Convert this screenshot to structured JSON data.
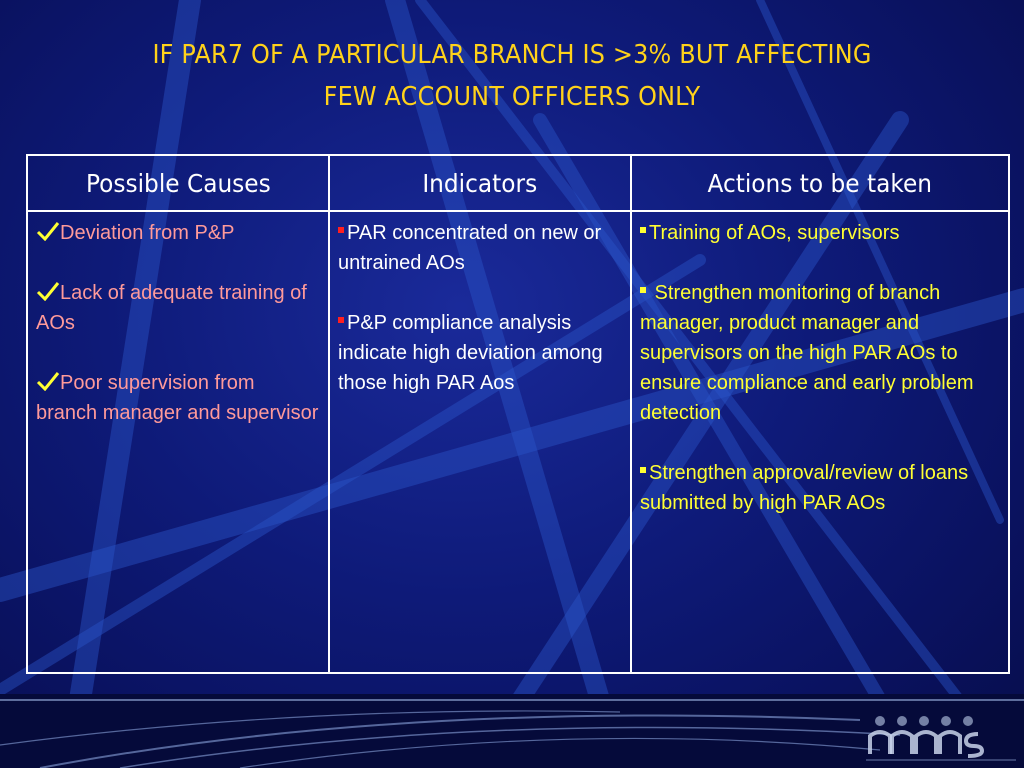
{
  "slide": {
    "title_line1": "IF PAR7 OF A PARTICULAR BRANCH IS >3% BUT AFFECTING",
    "title_line2": "FEW ACCOUNT OFFICERS ONLY"
  },
  "table": {
    "headers": [
      "Possible Causes",
      "Indicators",
      "Actions to be taken"
    ],
    "causes": [
      "Deviation from P&P",
      "Lack of adequate training of AOs",
      "Poor supervision from branch manager and supervisor"
    ],
    "indicators": [
      "PAR concentrated on new or untrained AOs",
      "P&P compliance analysis indicate high deviation  among those high PAR Aos"
    ],
    "actions": [
      "Training of AOs, supervisors",
      " Strengthen monitoring of branch manager, product manager and supervisors on the high PAR AOs to ensure compliance and early problem detection",
      "Strengthen approval/review of loans submitted by high PAR AOs"
    ]
  },
  "icons": {
    "cause_marker": "checkmark-icon",
    "indicator_marker": "square-bullet-icon",
    "action_marker": "square-bullet-icon",
    "logo": "mfs-logo-icon"
  },
  "colors": {
    "background": "#0e1a78",
    "title": "#ffd21a",
    "header_text": "#ffffff",
    "cause_text": "#ff9a9a",
    "indicator_text": "#ffffff",
    "action_text": "#ffff33",
    "indicator_bullet": "#ff2020",
    "border": "#ffffff"
  }
}
